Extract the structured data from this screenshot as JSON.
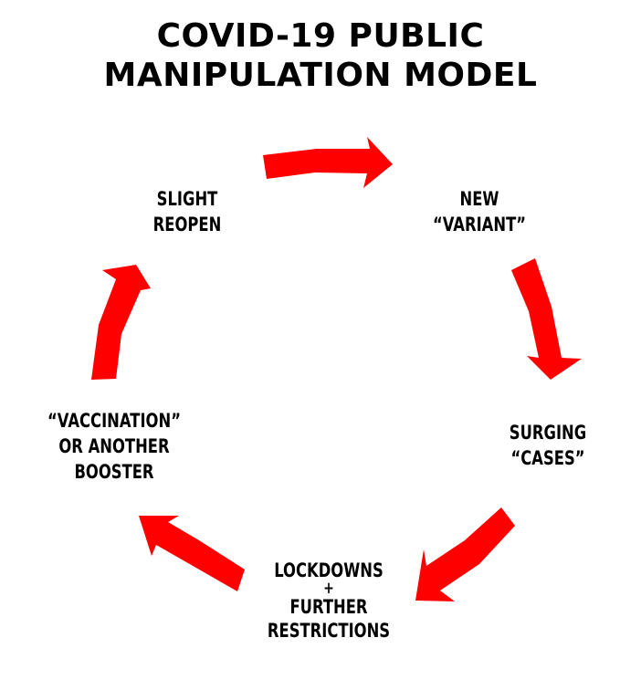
{
  "title": {
    "line1": "COVID-19 PUBLIC",
    "line2": "MANIPULATION MODEL"
  },
  "colors": {
    "arrow": "#ff0000",
    "text": "#000000",
    "background": "#ffffff"
  },
  "stages": [
    {
      "lines": [
        "SLIGHT",
        "REOPEN"
      ]
    },
    {
      "lines": [
        "NEW",
        "“VARIANT”"
      ]
    },
    {
      "lines": [
        "SURGING",
        "“CASES”"
      ]
    },
    {
      "lines": [
        "LOCKDOWNS",
        "+",
        "FURTHER",
        "RESTRICTIONS"
      ]
    },
    {
      "lines": [
        "“VACCINATION”",
        "OR ANOTHER",
        "BOOSTER"
      ]
    }
  ],
  "arrow_icon": "curved-arrow-icon"
}
